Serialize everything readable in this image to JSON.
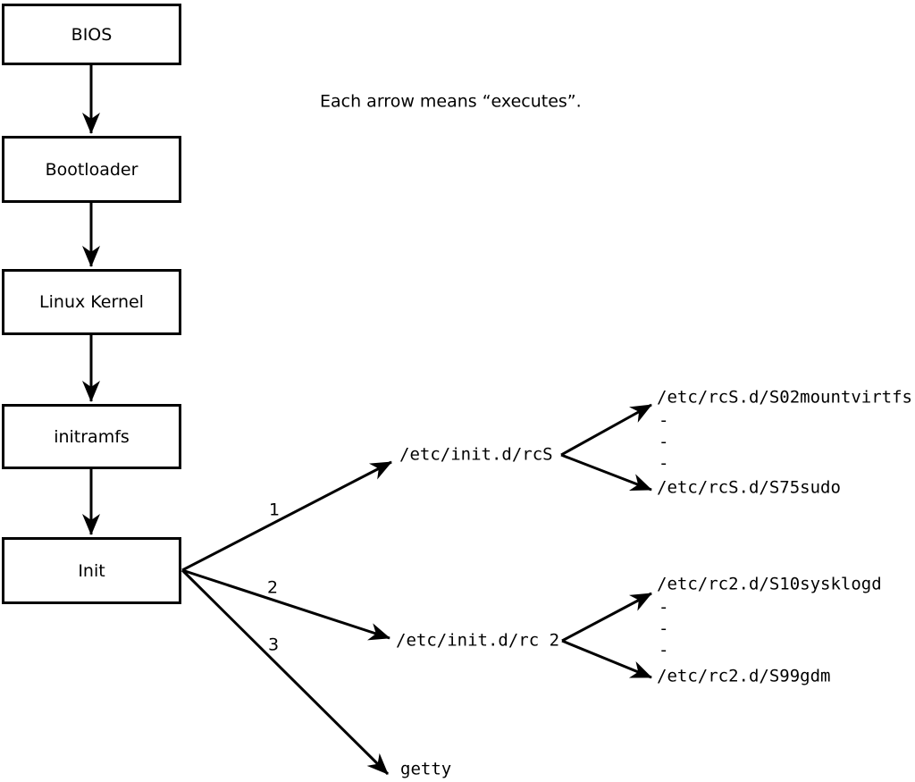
{
  "note": "Each arrow means “executes”.",
  "boxes": [
    {
      "label": "BIOS"
    },
    {
      "label": "Bootloader"
    },
    {
      "label": "Linux Kernel"
    },
    {
      "label": "initramfs"
    },
    {
      "label": "Init"
    }
  ],
  "arrow_numbers": [
    "1",
    "2",
    "3"
  ],
  "targets": {
    "rcS": "/etc/init.d/rcS",
    "rc2": "/etc/init.d/rc 2",
    "getty": "getty"
  },
  "rcS_scripts": {
    "first": "/etc/rcS.d/S02mountvirtfs",
    "dashes": [
      "-",
      "-",
      "-"
    ],
    "last": "/etc/rcS.d/S75sudo"
  },
  "rc2_scripts": {
    "first": "/etc/rc2.d/S10sysklogd",
    "dashes": [
      "-",
      "-",
      "-"
    ],
    "last": "/etc/rc2.d/S99gdm"
  },
  "colors": {
    "ink": "#000000",
    "background": "#ffffff"
  }
}
